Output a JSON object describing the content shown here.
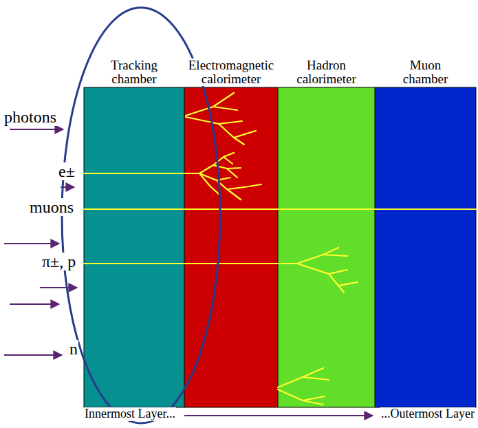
{
  "diagram": {
    "nodes": [
      {
        "text": [
          "Tracking chamber"
        ]
      },
      {
        "text": [
          "Electromagnetic calorimeter"
        ]
      },
      {
        "text": [
          "Hadron calorimeter"
        ]
      },
      {
        "text": [
          "Muon chamber"
        ]
      }
    ],
    "labels": [
      "photons",
      "e±",
      "muons",
      "π±, p",
      "n",
      "Innermost Layer...",
      "...Outermost Layer"
    ]
  }
}
